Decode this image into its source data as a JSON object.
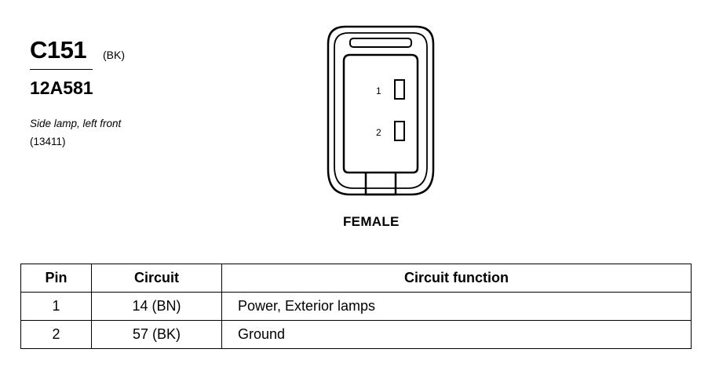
{
  "connector": {
    "id": "C151",
    "color_code": "(BK)",
    "part_number": "12A581",
    "description": "Side lamp, left front",
    "reference": "(13411)",
    "gender": "FEMALE",
    "pin_labels": [
      "1",
      "2"
    ]
  },
  "table": {
    "headers": [
      "Pin",
      "Circuit",
      "Circuit function"
    ],
    "rows": [
      {
        "pin": "1",
        "circuit": "14 (BN)",
        "function": "Power, Exterior lamps"
      },
      {
        "pin": "2",
        "circuit": "57 (BK)",
        "function": "Ground"
      }
    ]
  }
}
